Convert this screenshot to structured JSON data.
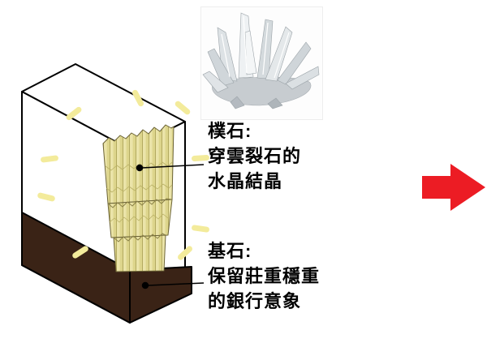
{
  "diagram": {
    "pillar_note": {
      "title": "樸石:",
      "line1": "穿雲裂石的",
      "line2": "水晶結晶"
    },
    "base_note": {
      "title": "基石:",
      "line1": "保留莊重穩重",
      "line2": "的銀行意象"
    },
    "colors": {
      "outline": "#000000",
      "face_white": "#ffffff",
      "base_brown": "#3a2316",
      "pillar_yellow": "#ddd58c",
      "pillar_yellow_light": "#ebe4a9",
      "pillar_edge": "#6b6336",
      "ray_yellow": "#f3eb9b",
      "arrow_red": "#ec1c24"
    },
    "photo": {
      "subject": "quartz-crystal-cluster"
    }
  }
}
